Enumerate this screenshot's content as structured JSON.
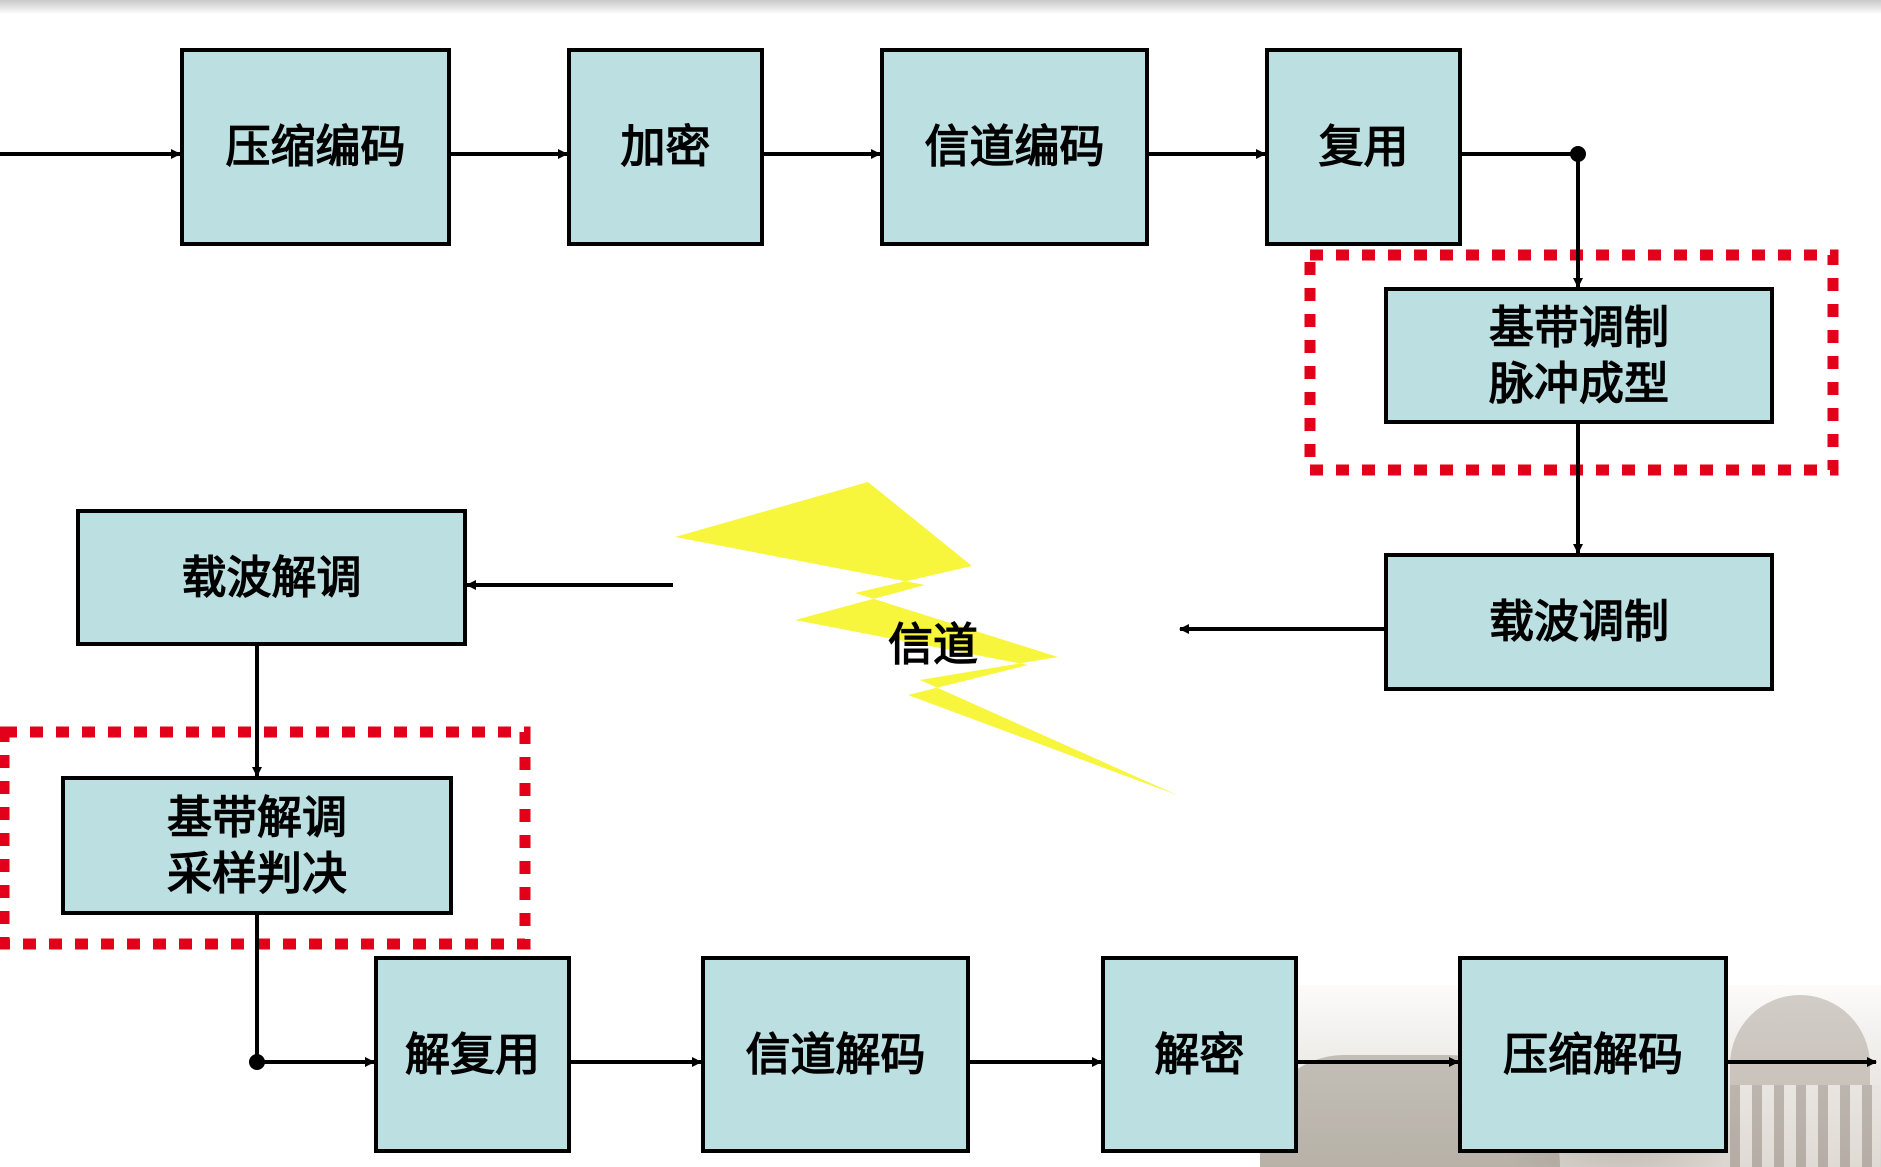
{
  "tx": {
    "compress_encode": "压缩编码",
    "encrypt": "加密",
    "channel_encode": "信道编码",
    "multiplex": "复用",
    "baseband_mod": [
      "基带调制",
      "脉冲成型"
    ],
    "carrier_mod": "载波调制"
  },
  "channel_label": "信道",
  "rx": {
    "carrier_demod": "载波解调",
    "baseband_demod": [
      "基带解调",
      "采样判决"
    ],
    "demultiplex": "解复用",
    "channel_decode": "信道解码",
    "decrypt": "解密",
    "decompress_decode": "压缩解码"
  },
  "colors": {
    "box_fill": "#bce0e2",
    "highlight_dash": "#e3001b",
    "lightning": "#f7f53c"
  }
}
